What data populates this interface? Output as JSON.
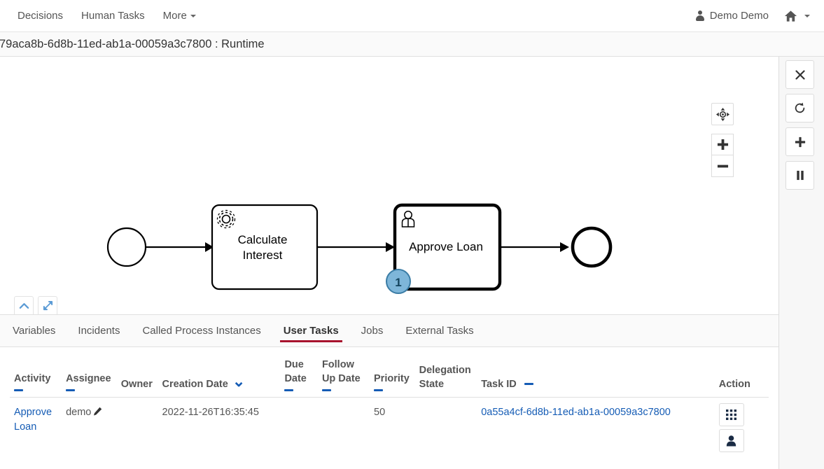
{
  "navbar": {
    "items": [
      {
        "label": "Decisions",
        "name": "nav-decisions"
      },
      {
        "label": "Human Tasks",
        "name": "nav-human-tasks"
      },
      {
        "label": "More",
        "name": "nav-more",
        "caret": true
      }
    ],
    "user": "Demo Demo",
    "user_icon": "person-icon",
    "home_icon": "home-icon",
    "home_caret_icon": "caret-down-icon"
  },
  "titlebar": {
    "text": "79aca8b-6d8b-11ed-ab1a-00059a3c7800 : Runtime"
  },
  "diagram": {
    "start_event": "start-event",
    "end_event": "end-event",
    "tasks": [
      {
        "name": "calculate-interest-task",
        "label_line1": "Calculate",
        "label_line2": "Interest",
        "type": "service-task",
        "icon": "gear-icon",
        "selected": false
      },
      {
        "name": "approve-loan-task",
        "label_line1": "Approve Loan",
        "label_line2": "",
        "type": "user-task",
        "icon": "user-icon",
        "selected": true
      }
    ],
    "badge": {
      "count": "1",
      "fill": "#7eb6d9",
      "stroke": "#3a7ca5",
      "text_color": "#14445e"
    }
  },
  "side_toolbar": [
    {
      "name": "close-button",
      "icon": "close-icon",
      "glyph": "×"
    },
    {
      "name": "refresh-button",
      "icon": "refresh-icon",
      "glyph": "↻"
    },
    {
      "name": "add-button",
      "icon": "plus-icon",
      "glyph": "+"
    },
    {
      "name": "pause-button",
      "icon": "pause-icon",
      "glyph": "‖"
    }
  ],
  "zoom_controls": {
    "reset": {
      "name": "reset-zoom-button",
      "icon": "crosshair-move-icon"
    },
    "zoom_in": {
      "name": "zoom-in-button",
      "icon": "plus-icon"
    },
    "zoom_out": {
      "name": "zoom-out-button",
      "icon": "minus-icon"
    }
  },
  "diagram_footer": [
    {
      "name": "collapse-diagram-button",
      "icon": "chevron-up-icon"
    },
    {
      "name": "expand-diagram-button",
      "icon": "expand-arrows-icon"
    }
  ],
  "tabs": [
    {
      "label": "Variables",
      "name": "tab-variables",
      "active": false
    },
    {
      "label": "Incidents",
      "name": "tab-incidents",
      "active": false
    },
    {
      "label": "Called Process Instances",
      "name": "tab-called-process-instances",
      "active": false
    },
    {
      "label": "User Tasks",
      "name": "tab-user-tasks",
      "active": true
    },
    {
      "label": "Jobs",
      "name": "tab-jobs",
      "active": false
    },
    {
      "label": "External Tasks",
      "name": "tab-external-tasks",
      "active": false
    }
  ],
  "table": {
    "columns": [
      {
        "label": "Activity",
        "name": "col-activity",
        "dash_below": true,
        "dash_inline": false,
        "sort_caret": false
      },
      {
        "label": "Assignee",
        "name": "col-assignee",
        "dash_below": true,
        "dash_inline": false,
        "sort_caret": false
      },
      {
        "label": "Owner",
        "name": "col-owner",
        "dash_below": false,
        "dash_inline": false,
        "sort_caret": false
      },
      {
        "label": "Creation Date",
        "name": "col-creation-date",
        "dash_below": false,
        "dash_inline": false,
        "sort_caret": true
      },
      {
        "label": "Due Date",
        "name": "col-due-date",
        "dash_below": true,
        "dash_inline": false,
        "sort_caret": false
      },
      {
        "label": "Follow Up Date",
        "name": "col-follow-up-date",
        "dash_below": true,
        "dash_inline": false,
        "sort_caret": false
      },
      {
        "label": "Priority",
        "name": "col-priority",
        "dash_below": true,
        "dash_inline": false,
        "sort_caret": false
      },
      {
        "label": "Delegation State",
        "name": "col-delegation-state",
        "dash_below": false,
        "dash_inline": false,
        "sort_caret": false
      },
      {
        "label": "Task ID",
        "name": "col-task-id",
        "dash_below": false,
        "dash_inline": true,
        "sort_caret": false
      },
      {
        "label": "Action",
        "name": "col-action",
        "dash_below": false,
        "dash_inline": false,
        "sort_caret": false
      }
    ],
    "rows": [
      {
        "activity": "Approve Loan",
        "assignee": "demo",
        "owner": "",
        "creation_date": "2022-11-26T16:35:45",
        "due_date": "",
        "follow_up_date": "",
        "priority": "50",
        "delegation_state": "",
        "task_id": "0a55a4cf-6d8b-11ed-ab1a-00059a3c7800",
        "actions": [
          {
            "name": "task-variables-button",
            "icon": "grid-apps-icon"
          },
          {
            "name": "task-assignee-button",
            "icon": "person-icon"
          }
        ]
      }
    ]
  },
  "colors": {
    "accent_red": "#a8142e",
    "link_blue": "#155cb5",
    "badge_blue": "#7eb6d9",
    "icon_blue": "#5b9bd5"
  }
}
